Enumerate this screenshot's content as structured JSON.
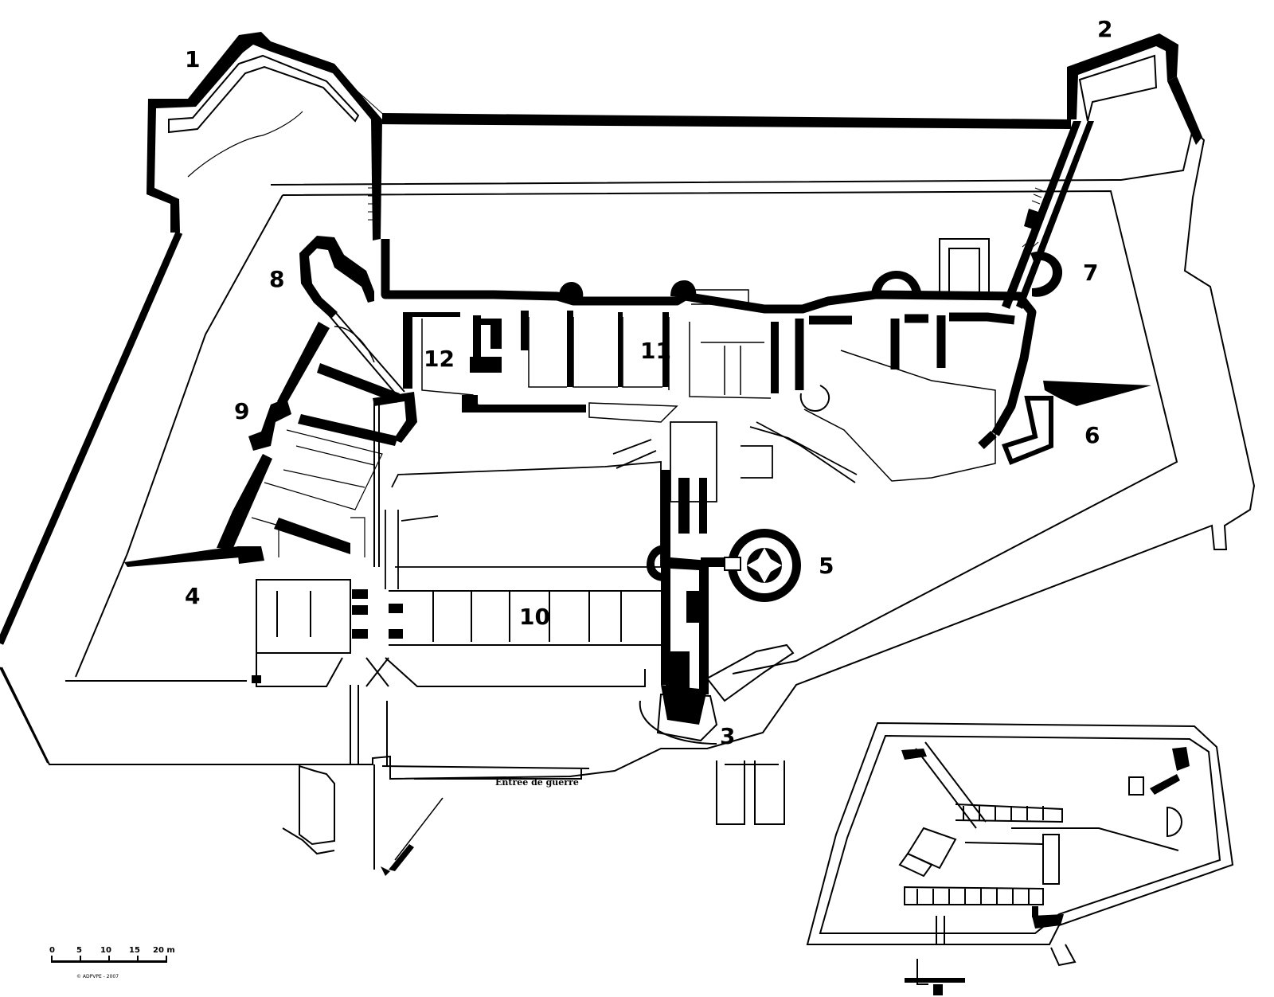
{
  "plan": {
    "labels": {
      "n1": "1",
      "n2": "2",
      "n3": "3",
      "n4": "4",
      "n5": "5",
      "n6": "6",
      "n7": "7",
      "n8": "8",
      "n9": "9",
      "n10": "10",
      "n11": "11",
      "n12": "12"
    },
    "gate_label": "Entrée de guerre"
  },
  "scale_bar": {
    "ticks": [
      "0",
      "5",
      "10",
      "15",
      "20 m"
    ],
    "credit": "© ADPVPE - 2007"
  },
  "colors": {
    "wall": "#000000",
    "background": "#ffffff"
  }
}
